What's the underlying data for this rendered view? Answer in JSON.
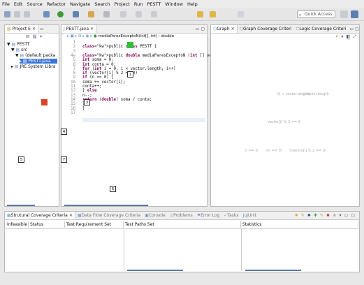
{
  "menu": [
    "File",
    "Edit",
    "Source",
    "Refactor",
    "Navigate",
    "Search",
    "Project",
    "Run",
    "PESTT",
    "Window",
    "Help"
  ],
  "quick_access": "Quick Access",
  "project_explorer": {
    "tab": "Project E",
    "tree": [
      {
        "label": "PESTT",
        "indent": 0,
        "arrow": "▼"
      },
      {
        "label": "src",
        "indent": 1,
        "arrow": "▼"
      },
      {
        "label": "(default packa",
        "indent": 2,
        "arrow": "▼"
      },
      {
        "label": "PESTT.java",
        "indent": 3,
        "arrow": "▸",
        "selected": true
      },
      {
        "label": "JRE System Libra",
        "indent": 1,
        "arrow": "▸"
      }
    ]
  },
  "editor": {
    "tab": "PESTT.java",
    "breadcrumb": "mediaParesExceptoN(int[], int) : double",
    "lines": [
      {
        "n": "1",
        "t": ""
      },
      {
        "n": "2",
        "t": "public class PESTT {"
      },
      {
        "n": "3",
        "t": ""
      },
      {
        "n": "4⊖",
        "t": "  public double mediaParesExceptoN (int [] vector, int n"
      },
      {
        "n": "5",
        "t": "    int soma = 0;"
      },
      {
        "n": "6",
        "t": "    int conta = 0;"
      },
      {
        "n": "7",
        "t": "    for (int i = 0; i < vector.length; i++)"
      },
      {
        "n": "8",
        "t": "      if (vector[i] % 2 == 0)"
      },
      {
        "n": "9",
        "t": "        if (n == 0) {"
      },
      {
        "n": "10",
        "t": "          soma += vector[i];"
      },
      {
        "n": "11",
        "t": "      conta++;"
      },
      {
        "n": "12",
        "t": "        } else"
      },
      {
        "n": "13",
        "t": "          n--;"
      },
      {
        "n": "14",
        "t": "    return (double) soma / conta;"
      },
      {
        "n": "15",
        "t": "  }"
      },
      {
        "n": "16",
        "t": "}"
      },
      {
        "n": "17",
        "t": ""
      }
    ]
  },
  "graph": {
    "tabs": [
      "Graph",
      "Graph Coverage Criteri",
      "Logic Coverage Criteri"
    ],
    "nodes": [
      {
        "id": "0",
        "label": "",
        "color": "#2fbf3a"
      },
      {
        "id": "1",
        "label": "1",
        "color": "#ffffff"
      },
      {
        "id": "2",
        "label": "",
        "color": "#d9452c"
      },
      {
        "id": "3",
        "label": "3",
        "color": "#ffffff"
      },
      {
        "id": "4",
        "label": "4",
        "color": "#ffffff"
      },
      {
        "id": "5",
        "label": "5",
        "color": "#ffffff"
      },
      {
        "id": "7",
        "label": "7",
        "color": "#ffffff"
      },
      {
        "id": "6",
        "label": "6",
        "color": "#ffffff"
      }
    ],
    "edge_labels": [
      "!(i < vector.length)",
      "i < vector.length",
      "vector[i] % 2 == 0",
      "n == 0",
      "!(n == 0)",
      "!(vector[i] % 2 == 0)"
    ]
  },
  "bottom": {
    "tabs": [
      "Strutural Coverage Criteria",
      "Data Flow Coverage Criteria",
      "Console",
      "Problems",
      "Error Log",
      "Tasks",
      "JUnit"
    ],
    "columns": [
      "Infeasible",
      "Status",
      "Test Requirement Set",
      "Test Paths Set",
      "Statistics"
    ]
  }
}
